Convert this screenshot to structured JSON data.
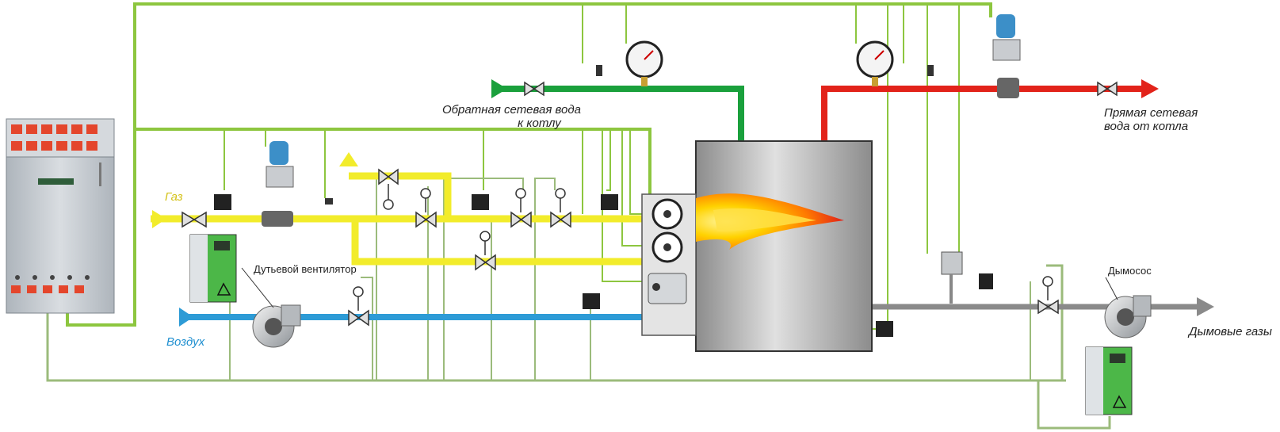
{
  "labels": {
    "return_water": "Обратная сетевая вода",
    "return_water_2": "к котлу",
    "supply_water": "Прямая сетевая",
    "supply_water_2": "вода от котла",
    "gas": "Газ",
    "air": "Воздух",
    "blower_fan": "Дутьевой вентилятор",
    "smoke_exhauster": "Дымосос",
    "flue_gases": "Дымовые газы"
  },
  "colors": {
    "signal_line": "#8dc63f",
    "signal_line_dark": "#9bbb7b",
    "gas_line": "#f2ec2b",
    "air_line": "#2d9bd6",
    "return_water_line": "#1aa03c",
    "supply_water_line": "#e2231a",
    "flue_line": "#8a8a8a",
    "boiler_body": "#a9a9a9",
    "panel_body": "#c7cdd3",
    "vfd_green": "#4cb748"
  }
}
